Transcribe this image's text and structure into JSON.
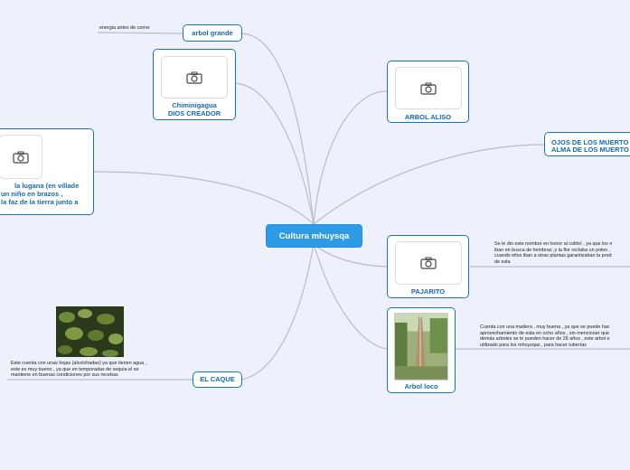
{
  "title": "Cultura mhuysqa",
  "colors": {
    "background": "#eef0fb",
    "central": "#2e9be6",
    "node_border": "#1a74c6",
    "node_text": "#1569b8",
    "link": "#b9bccb"
  },
  "nodes": {
    "arbol_grande": {
      "label": "arbol grande",
      "note": "energia antes de correr"
    },
    "chiminigagua": {
      "label_line1": "Chiminigagua",
      "label_line2": "DIOS CREADOR",
      "icon": "camera-icon"
    },
    "lugana": {
      "line1": "la lugana (en villade",
      "line2": "un niño en brazos ,",
      "line3": "la faz de la tierra junto a",
      "icon": "camera-icon"
    },
    "arbol_aliso": {
      "label": "ARBOL ALISO",
      "icon": "camera-icon"
    },
    "ojos": {
      "line1": "OJOS DE LOS MUERTO",
      "line2": "ALMA DE LOS MUERTO"
    },
    "pajarito": {
      "label": "PAJARITO",
      "icon": "camera-icon",
      "note_lines": [
        "Se le dio este nombre en honor al colibrí , ya que los n",
        "iban en busca de hembras ,y la flor roclaba un polen ,",
        "cuando ellos iban a otras plantas garantizaban la prod",
        "de esta"
      ]
    },
    "arbol_loco": {
      "label": "Arbol loco",
      "note_lines": [
        "Cuenta con una madera , muy buena , ya que se puede hac",
        "aprovechamiento de esta en ocho años , sin mencionar que",
        "demás arboles se le pueden hacer de 26 años , este arbol e",
        "utilizado para los mhuysqas  , para hacer tuberías"
      ]
    },
    "el_caque": {
      "label": "EL CAQUE",
      "note_lines": [
        "Este cuenta con unas hojas (alcolchadas) ya que tienen agua ,",
        "este es muy bueno , ya que en temporadas de sequia el se",
        "mantiene en buenas condiciones por sus recebas"
      ]
    }
  }
}
